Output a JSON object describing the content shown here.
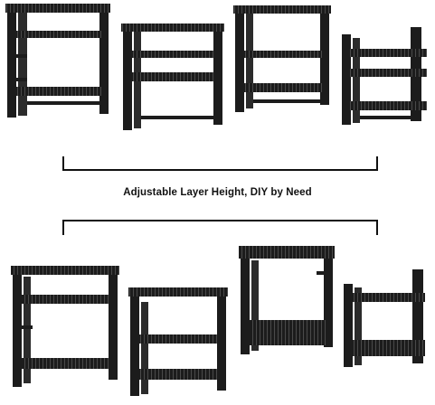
{
  "caption": "Adjustable Layer Height, DIY by Need",
  "colors": {
    "shelf": "#1c1c1c",
    "slat_gap": "#4a4a4a",
    "bracket": "#111111",
    "background": "#ffffff"
  },
  "illustration": {
    "subject": "black wall-mounted shelf units in different tier configurations",
    "top_row_units": 4,
    "bottom_row_units": 4
  }
}
